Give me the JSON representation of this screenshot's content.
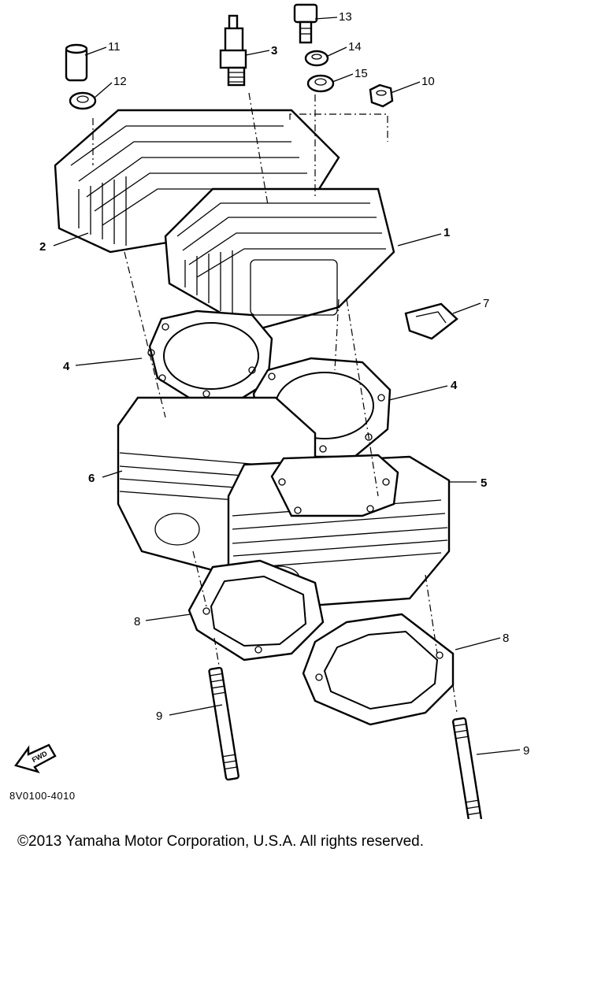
{
  "diagram": {
    "callouts": [
      {
        "id": "c1",
        "label": "1"
      },
      {
        "id": "c2",
        "label": "2"
      },
      {
        "id": "c3",
        "label": "3"
      },
      {
        "id": "c4a",
        "label": "4"
      },
      {
        "id": "c4b",
        "label": "4"
      },
      {
        "id": "c5",
        "label": "5"
      },
      {
        "id": "c6",
        "label": "6"
      },
      {
        "id": "c7",
        "label": "7"
      },
      {
        "id": "c8a",
        "label": "8"
      },
      {
        "id": "c8b",
        "label": "8"
      },
      {
        "id": "c9a",
        "label": "9"
      },
      {
        "id": "c9b",
        "label": "9"
      },
      {
        "id": "c10",
        "label": "10"
      },
      {
        "id": "c11",
        "label": "11"
      },
      {
        "id": "c12",
        "label": "12"
      },
      {
        "id": "c13",
        "label": "13"
      },
      {
        "id": "c14",
        "label": "14"
      },
      {
        "id": "c15",
        "label": "15"
      }
    ],
    "fwd_label": "FWD",
    "part_code": "8V0100-4010"
  },
  "footer": {
    "copyright": "©2013 Yamaha Motor Corporation, U.S.A. All rights reserved."
  }
}
